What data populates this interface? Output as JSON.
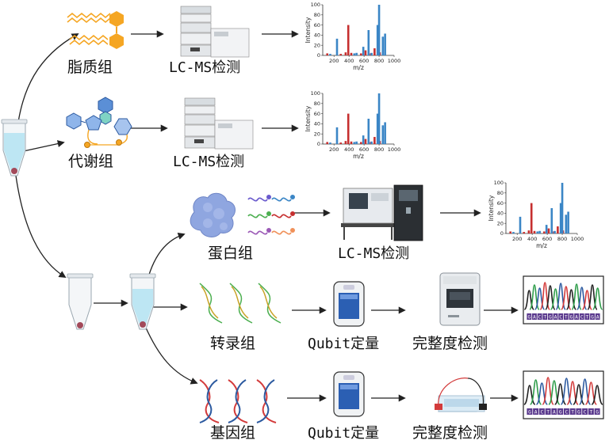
{
  "labels": {
    "lipidome": "脂质组",
    "metabolome": "代谢组",
    "proteome": "蛋白组",
    "transcriptome": "转录组",
    "genome": "基因组",
    "lcms_1": "LC-MS检测",
    "lcms_2": "LC-MS检测",
    "lcms_3": "LC-MS检测",
    "qubit_1": "Qubit定量",
    "qubit_2": "Qubit定量",
    "integrity_1": "完整度检测",
    "integrity_2": "完整度检测"
  },
  "colors": {
    "arrow": "#222222",
    "lipid": "#f5a623",
    "metabolite_blue": "#5b8fd6",
    "metabolite_teal": "#7fd3c4",
    "protein": "#8fa6e0",
    "tube_liquid": "#bde6f3",
    "pellet": "#a34a5a",
    "dna_red": "#d33b3b",
    "dna_blue": "#2c5aa0",
    "spectrum_blue": "#3b86c6",
    "spectrum_red": "#c62f2f"
  },
  "chart_data": [
    {
      "type": "bar",
      "xlabel": "m/z",
      "ylabel": "Intensity",
      "xlim": [
        50,
        1000
      ],
      "ylim": [
        0,
        100
      ],
      "xticks": [
        200,
        400,
        600,
        800,
        1000
      ],
      "yticks": [
        0,
        20,
        40,
        60,
        80,
        100
      ],
      "peaks_red": [
        [
          110,
          4
        ],
        [
          290,
          3
        ],
        [
          355,
          6
        ],
        [
          390,
          60
        ],
        [
          430,
          5
        ],
        [
          560,
          4
        ],
        [
          620,
          10
        ],
        [
          690,
          4
        ],
        [
          740,
          14
        ],
        [
          810,
          6
        ]
      ],
      "peaks_blue": [
        [
          150,
          3
        ],
        [
          240,
          33
        ],
        [
          470,
          4
        ],
        [
          500,
          5
        ],
        [
          590,
          17
        ],
        [
          660,
          50
        ],
        [
          700,
          5
        ],
        [
          780,
          60
        ],
        [
          800,
          100
        ],
        [
          850,
          37
        ],
        [
          880,
          43
        ]
      ]
    },
    {
      "type": "bar",
      "xlabel": "m/z",
      "ylabel": "Intensity",
      "xlim": [
        50,
        1000
      ],
      "ylim": [
        0,
        100
      ],
      "xticks": [
        200,
        400,
        600,
        800,
        1000
      ],
      "yticks": [
        0,
        20,
        40,
        60,
        80,
        100
      ],
      "peaks_red": [
        [
          110,
          4
        ],
        [
          290,
          3
        ],
        [
          355,
          6
        ],
        [
          390,
          60
        ],
        [
          430,
          5
        ],
        [
          560,
          4
        ],
        [
          620,
          10
        ],
        [
          690,
          4
        ],
        [
          740,
          14
        ],
        [
          810,
          6
        ]
      ],
      "peaks_blue": [
        [
          150,
          3
        ],
        [
          240,
          33
        ],
        [
          470,
          4
        ],
        [
          500,
          5
        ],
        [
          590,
          17
        ],
        [
          660,
          50
        ],
        [
          700,
          5
        ],
        [
          780,
          60
        ],
        [
          800,
          100
        ],
        [
          850,
          37
        ],
        [
          880,
          43
        ]
      ]
    },
    {
      "type": "bar",
      "xlabel": "m/z",
      "ylabel": "Intensity",
      "xlim": [
        50,
        1000
      ],
      "ylim": [
        0,
        100
      ],
      "xticks": [
        200,
        400,
        600,
        800,
        1000
      ],
      "yticks": [
        0,
        20,
        40,
        60,
        80,
        100
      ],
      "peaks_red": [
        [
          110,
          4
        ],
        [
          290,
          3
        ],
        [
          355,
          6
        ],
        [
          390,
          60
        ],
        [
          430,
          5
        ],
        [
          560,
          4
        ],
        [
          620,
          10
        ],
        [
          690,
          4
        ],
        [
          740,
          14
        ],
        [
          810,
          6
        ]
      ],
      "peaks_blue": [
        [
          150,
          3
        ],
        [
          240,
          33
        ],
        [
          470,
          4
        ],
        [
          500,
          5
        ],
        [
          590,
          17
        ],
        [
          660,
          50
        ],
        [
          700,
          5
        ],
        [
          780,
          60
        ],
        [
          800,
          100
        ],
        [
          850,
          37
        ],
        [
          880,
          43
        ]
      ]
    }
  ],
  "chromatogram_bases": {
    "rna": [
      "G",
      "A",
      "C",
      "T",
      "G",
      "A",
      "C",
      "T",
      "G",
      "A",
      "C",
      "T",
      "G",
      "A"
    ],
    "dna": [
      "G",
      "A",
      "C",
      "T",
      "A",
      "G",
      "C",
      "T",
      "G",
      "C",
      "T",
      "G"
    ]
  }
}
